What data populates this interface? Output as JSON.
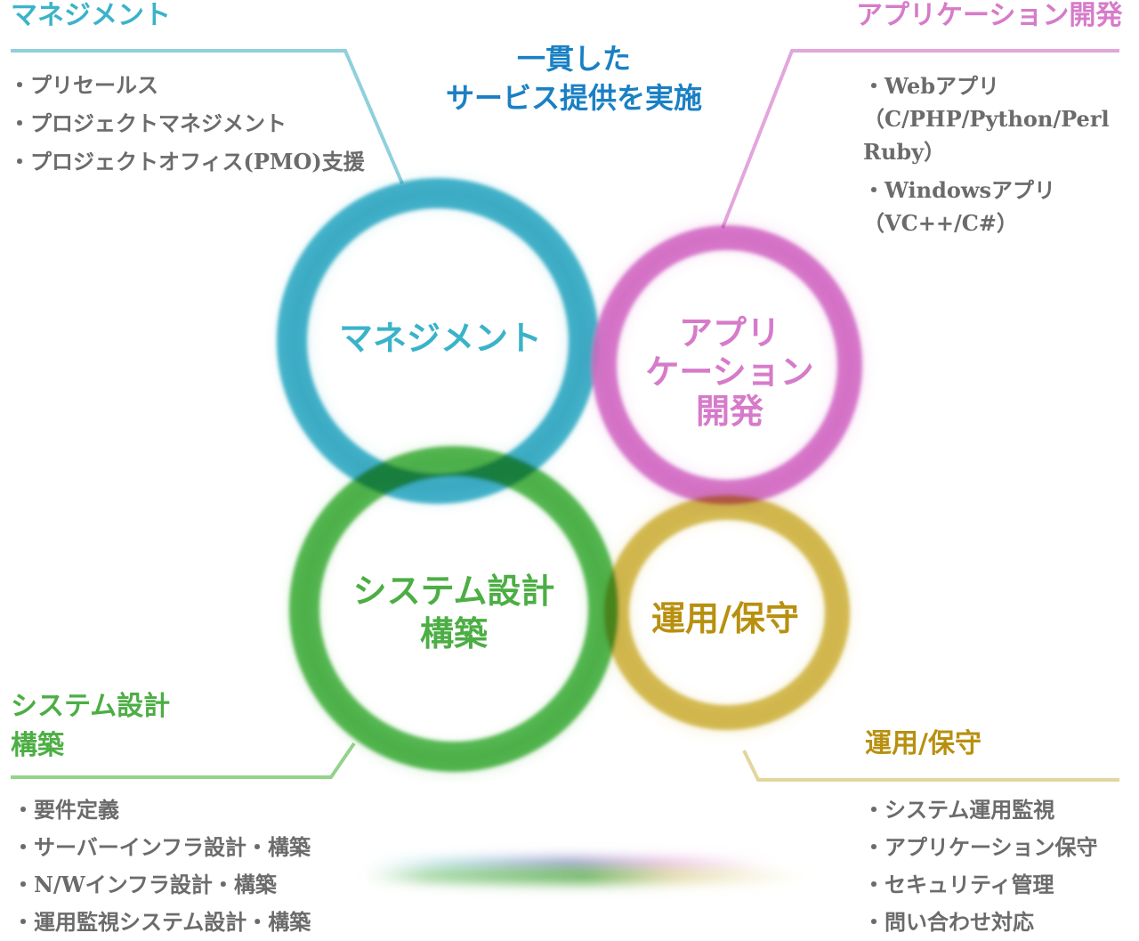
{
  "heading": {
    "line1": "一貫した",
    "line2": "サービス提供を実施",
    "color": "#1a80c4"
  },
  "sections": {
    "management": {
      "title": "マネジメント",
      "color": "#3ab3c9",
      "items": [
        "・プリセールス",
        "・プロジェクトマネジメント",
        "・プロジェクトオフィス(PMO)支援"
      ]
    },
    "application": {
      "title": "アプリケーション開発",
      "color": "#d67bc9",
      "items": [
        "・Webアプリ\n（C/PHP/Python/Perl\nRuby）",
        "・Windowsアプリ\n（VC++/C#）"
      ]
    },
    "system": {
      "title_line1": "システム設計",
      "title_line2": "構築",
      "color": "#4cae44",
      "items": [
        "・要件定義",
        "・サーバーインフラ設計・構築",
        "・N/Wインフラ設計・構築",
        "・運用監視システム設計・構築"
      ]
    },
    "operations": {
      "title": "運用/保守",
      "color": "#b8900f",
      "items": [
        "・システム運用監視",
        "・アプリケーション保守",
        "・セキュリティ管理",
        "・問い合わせ対応"
      ]
    }
  },
  "rings": {
    "management": {
      "label": "マネジメント",
      "color": "#3fb4cb"
    },
    "application": {
      "label": "アプリ\nケーション\n開発",
      "color": "#d977cc"
    },
    "system": {
      "label": "システム設計\n構築",
      "color": "#4fb849"
    },
    "operations": {
      "label": "運用/保守",
      "color": "#d6bd4e"
    }
  }
}
